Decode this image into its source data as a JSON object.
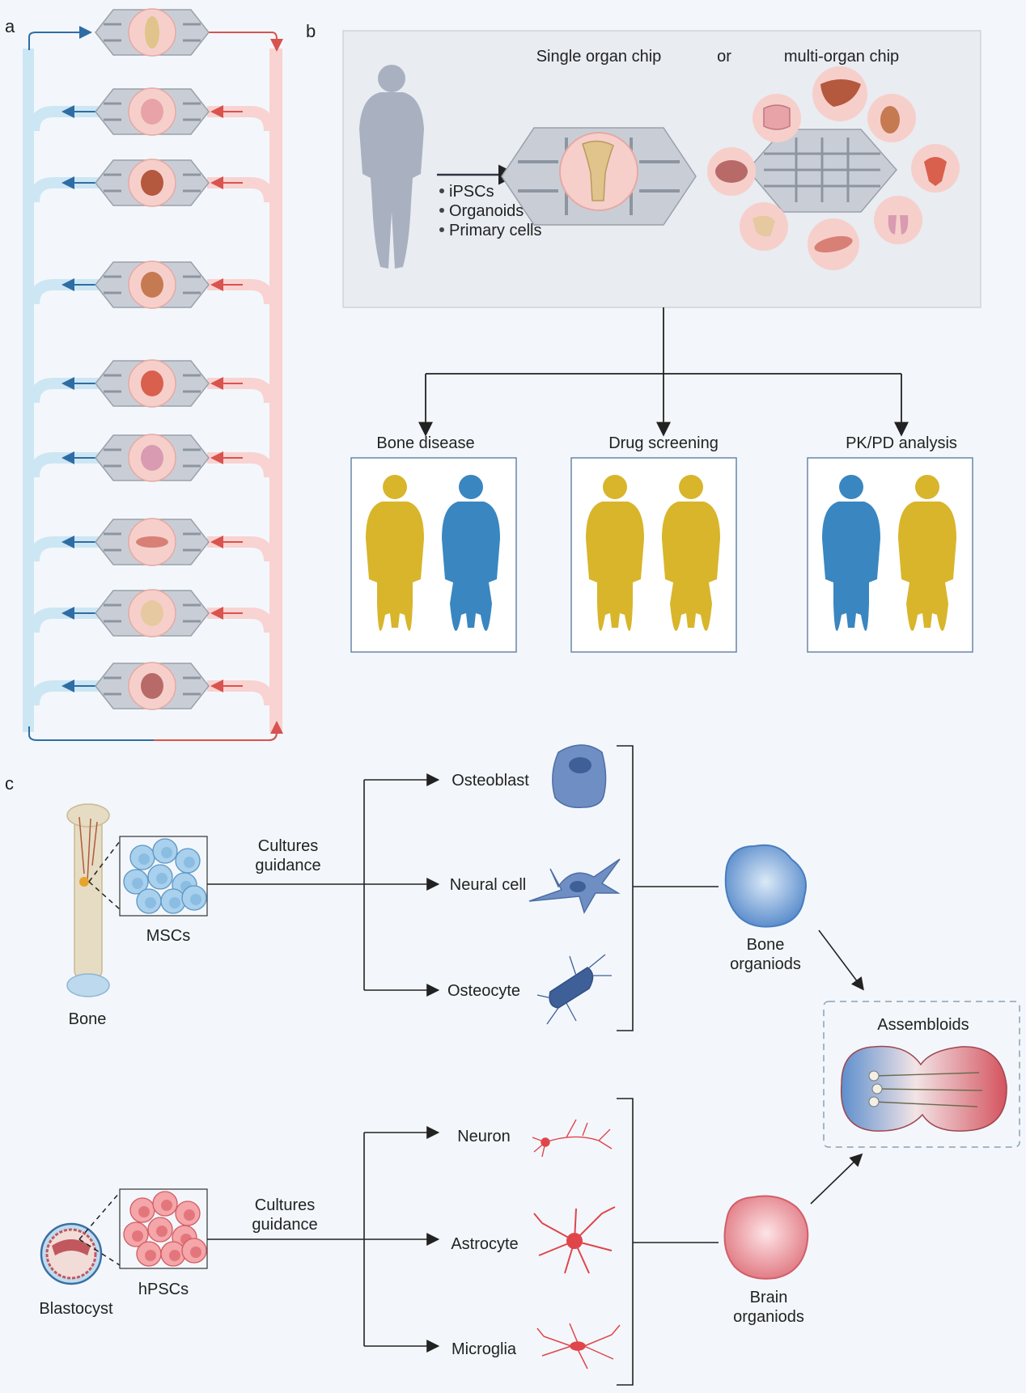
{
  "panels": {
    "a": "a",
    "b": "b",
    "c": "c"
  },
  "panel_b": {
    "single_organ_chip": "Single organ chip",
    "or": "or",
    "multi_organ_chip": "multi-organ chip",
    "sources": [
      "iPSCs",
      "Organoids",
      "Primary cells"
    ],
    "outcomes": [
      "Bone disease",
      "Drug screening",
      "PK/PD analysis"
    ]
  },
  "panel_c": {
    "bone_label": "Bone",
    "mscs_label": "MSCs",
    "cultures_guidance_line1": "Cultures",
    "cultures_guidance_line2": "guidance",
    "bone_cells": [
      "Osteoblast",
      "Neural cell",
      "Osteocyte"
    ],
    "bone_organoids_line1": "Bone",
    "bone_organoids_line2": "organiods",
    "assembloids": "Assembloids",
    "blastocyst_label": "Blastocyst",
    "hpscs_label": "hPSCs",
    "brain_cells": [
      "Neuron",
      "Astrocyte",
      "Microglia"
    ],
    "brain_organoids_line1": "Brain",
    "brain_organoids_line2": "organiods"
  },
  "colors": {
    "venous": "#cde6f4",
    "arterial": "#f8d3d1",
    "blue_arrow": "#2e6da4",
    "red_arrow": "#d9534f",
    "body_gold": "#d8b52b",
    "body_blue": "#3a86c0",
    "osteo_blue": "#6f8fc4",
    "neural_red": "#e0454a"
  }
}
